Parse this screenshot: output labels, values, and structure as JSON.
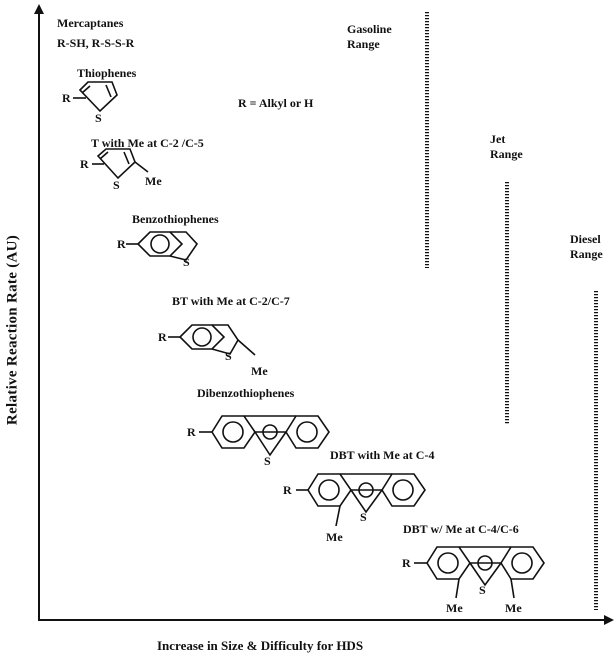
{
  "axes": {
    "y_label": "Relative Reaction Rate (AU)",
    "x_label": "Increase in Size & Difficulty for HDS"
  },
  "ranges": {
    "gasoline": [
      "Gasoline",
      "Range"
    ],
    "jet": [
      "Jet",
      "Range"
    ],
    "diesel": [
      "Diesel",
      "Range"
    ]
  },
  "compounds": {
    "mercaptanes": [
      "Mercaptanes",
      "R-SH, R-S-S-R"
    ],
    "thiophenes": "Thiophenes",
    "r_def": "R = Alkyl or H",
    "t_me": "T with Me at C-2 /C-5",
    "benzothiophenes": "Benzothiophenes",
    "bt_me": "BT with Me at C-2/C-7",
    "dibenzothiophenes": "Dibenzothiophenes",
    "dbt_me": "DBT with Me at C-4",
    "dbt_me2": "DBT w/ Me at C-4/C-6"
  },
  "atoms": {
    "r": "R",
    "s": "S",
    "me": "Me"
  }
}
